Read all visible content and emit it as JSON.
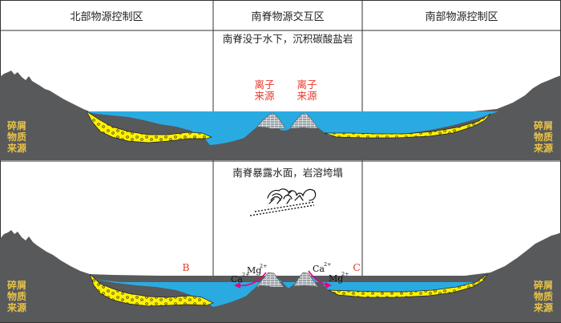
{
  "header": {
    "left": "北部物源控制区",
    "center": "南脊物源交互区",
    "right": "南部物源控制区"
  },
  "top_panel": {
    "caption": "南脊没于水下，沉积碳酸盐岩",
    "ion_source_left": [
      "离子",
      "来源"
    ],
    "ion_source_right": [
      "离子",
      "来源"
    ],
    "clastic_left": [
      "碎屑",
      "物质",
      "来源"
    ],
    "clastic_right": [
      "碎屑",
      "物质",
      "来源"
    ]
  },
  "bottom_panel": {
    "caption": "南脊暴露水面，岩溶垮塌",
    "label_b": "B",
    "label_c": "C",
    "ion_left": {
      "ca": "Ca",
      "ca_sup": "2+",
      "mg": "Mg",
      "mg_sup": "2+"
    },
    "ion_right": {
      "ca": "Ca",
      "ca_sup": "2+",
      "mg": "Mg",
      "mg_sup": "2+"
    },
    "clastic_left": [
      "碎屑",
      "物质",
      "来源"
    ],
    "clastic_right": [
      "碎屑",
      "物质",
      "来源"
    ]
  },
  "colors": {
    "water": "#29abe2",
    "sediment": "#fff200",
    "rock": "#58595b",
    "clastic_text": "#e7c34a",
    "ion_text": "#e8392c",
    "arrow": "#e6007e"
  }
}
